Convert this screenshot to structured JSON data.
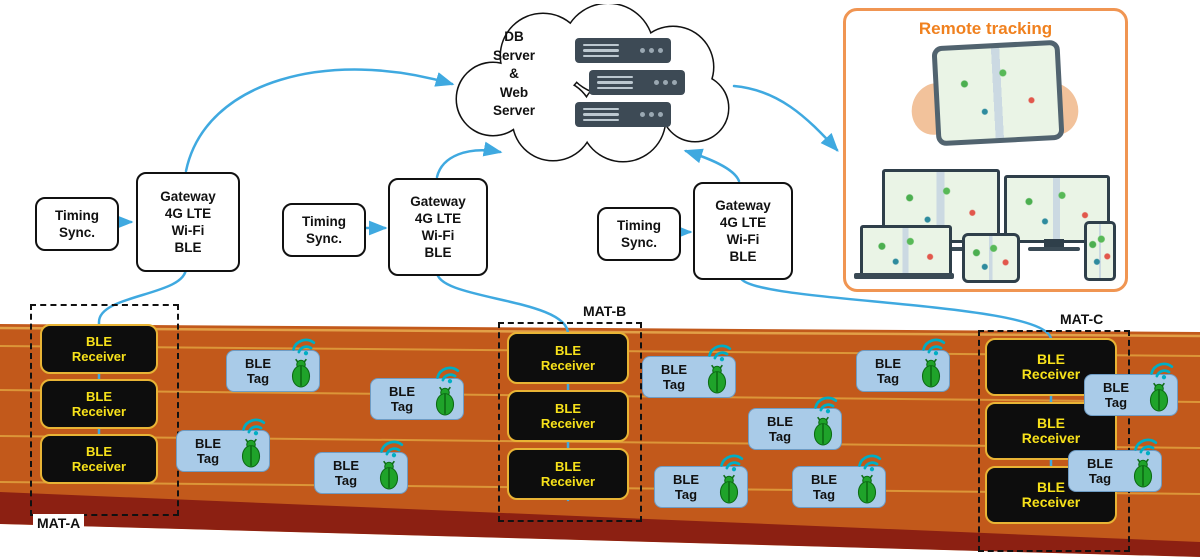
{
  "cloud": {
    "lines": [
      "DB",
      "Server",
      "&",
      "Web",
      "Server"
    ]
  },
  "remote": {
    "title": "Remote tracking"
  },
  "timing": [
    {
      "l1": "Timing",
      "l2": "Sync."
    },
    {
      "l1": "Timing",
      "l2": "Sync."
    },
    {
      "l1": "Timing",
      "l2": "Sync."
    }
  ],
  "gateways": [
    {
      "l1": "Gateway",
      "l2": "4G LTE",
      "l3": "Wi-Fi",
      "l4": "BLE"
    },
    {
      "l1": "Gateway",
      "l2": "4G LTE",
      "l3": "Wi-Fi",
      "l4": "BLE"
    },
    {
      "l1": "Gateway",
      "l2": "4G LTE",
      "l3": "Wi-Fi",
      "l4": "BLE"
    }
  ],
  "mats": [
    {
      "label": "MAT-A",
      "receivers": [
        {
          "l1": "BLE",
          "l2": "Receiver"
        },
        {
          "l1": "BLE",
          "l2": "Receiver"
        },
        {
          "l1": "BLE",
          "l2": "Receiver"
        }
      ]
    },
    {
      "label": "MAT-B",
      "receivers": [
        {
          "l1": "BLE",
          "l2": "Receiver"
        },
        {
          "l1": "BLE",
          "l2": "Receiver"
        },
        {
          "l1": "BLE",
          "l2": "Receiver"
        }
      ]
    },
    {
      "label": "MAT-C",
      "receivers": [
        {
          "l1": "BLE",
          "l2": "Receiver"
        },
        {
          "l1": "BLE",
          "l2": "Receiver"
        },
        {
          "l1": "BLE",
          "l2": "Receiver"
        }
      ]
    }
  ],
  "tags": [
    {
      "l1": "BLE",
      "l2": "Tag"
    },
    {
      "l1": "BLE",
      "l2": "Tag"
    },
    {
      "l1": "BLE",
      "l2": "Tag"
    },
    {
      "l1": "BLE",
      "l2": "Tag"
    },
    {
      "l1": "BLE",
      "l2": "Tag"
    },
    {
      "l1": "BLE",
      "l2": "Tag"
    },
    {
      "l1": "BLE",
      "l2": "Tag"
    },
    {
      "l1": "BLE",
      "l2": "Tag"
    },
    {
      "l1": "BLE",
      "l2": "Tag"
    },
    {
      "l1": "BLE",
      "l2": "Tag"
    },
    {
      "l1": "BLE",
      "l2": "Tag"
    }
  ],
  "colors": {
    "arrow_blue": "#3FA9E0",
    "track_orange": "#C2591B",
    "track_lane_line": "#DC9638",
    "track_bottom_band": "#8C2012",
    "receiver_bg": "#0D0D0D",
    "receiver_text": "#F7E11A",
    "receiver_border": "#E8B435",
    "tag_bg": "#A9CBE8",
    "bug_green": "#1FA32A",
    "wifi_cyan": "#00AEC4",
    "remote_border": "#F09552",
    "remote_title_text": "#F0811F"
  }
}
